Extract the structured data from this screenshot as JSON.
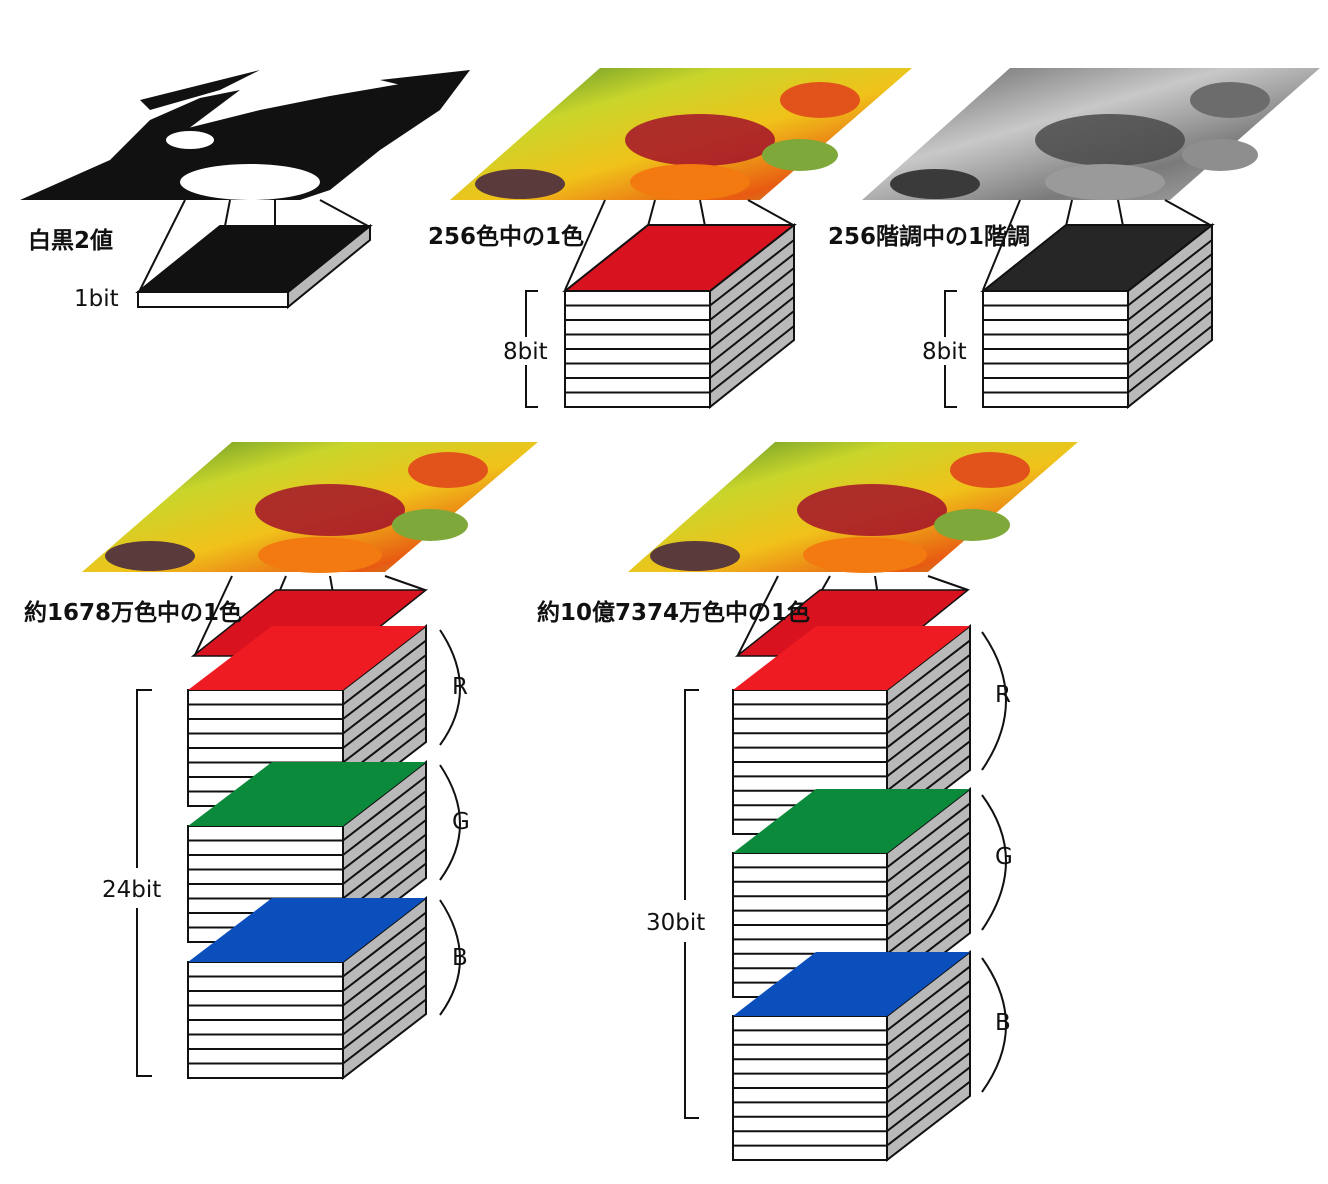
{
  "colors": {
    "red": "#d8131f",
    "red_bright": "#ef1b22",
    "green": "#0b8a3c",
    "blue": "#0b4fbd",
    "black_plane": "#111111",
    "gray_plane": "#262626",
    "side": "#b9b9b9",
    "layer": "#ffffff",
    "outline": "#111111"
  },
  "panels": {
    "binary": {
      "title": "白黒2値",
      "bits": "1bit"
    },
    "palette": {
      "title": "256色中の1色",
      "bits": "8bit"
    },
    "grayscale": {
      "title": "256階調中の1階調",
      "bits": "8bit"
    },
    "truecolor": {
      "title": "約1678万色中の1色",
      "bits": "24bit",
      "channels": [
        "R",
        "G",
        "B"
      ]
    },
    "deepcolor": {
      "title": "約10億7374万色中の1色",
      "bits": "30bit",
      "channels": [
        "R",
        "G",
        "B"
      ]
    }
  }
}
